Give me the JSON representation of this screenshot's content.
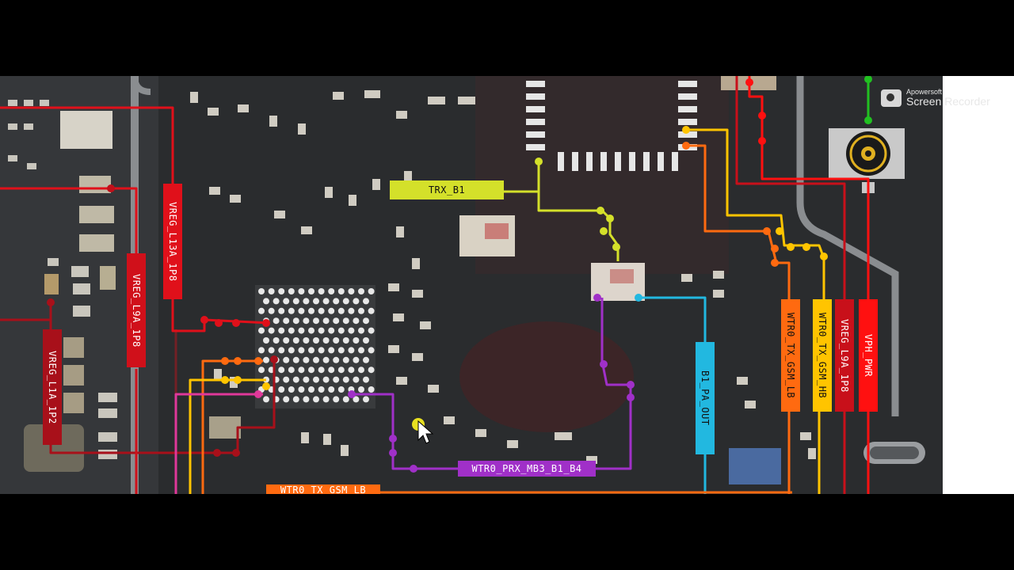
{
  "watermark": {
    "line1": "Apowersoft",
    "line2": "Screen Recorder",
    "icon": "camera-icon"
  },
  "nets": [
    {
      "id": "trx_b1",
      "label": "TRX_B1",
      "color": "#d4e02a",
      "text": "#111111"
    },
    {
      "id": "vreg_l13a",
      "label": "VREG_L13A_1P8",
      "color": "#e0101a",
      "text": "#ffffff"
    },
    {
      "id": "vreg_l9a_left",
      "label": "VREG_L9A_1P8",
      "color": "#d0101a",
      "text": "#ffffff"
    },
    {
      "id": "vreg_l1a",
      "label": "VREG_L1A_1P2",
      "color": "#a8101a",
      "text": "#ffffff"
    },
    {
      "id": "wtr_prx",
      "label": "WTR0_PRX_MB3_B1_B4",
      "color": "#a030c8",
      "text": "#ffffff"
    },
    {
      "id": "wtr_tx_gsm_lb_bottom",
      "label": "WTR0_TX_GSM_LB",
      "color": "#ff6a10",
      "text": "#ffffff"
    },
    {
      "id": "b1_pa_out",
      "label": "B1_PA_OUT",
      "color": "#22b8e0",
      "text": "#111111"
    },
    {
      "id": "wtr_tx_gsm_lb",
      "label": "WTR0_TX_GSM_LB",
      "color": "#ff6a10",
      "text": "#ffffff"
    },
    {
      "id": "wtr_tx_gsm_hb",
      "label": "WTR0_TX_GSM_HB",
      "color": "#ffc400",
      "text": "#111111"
    },
    {
      "id": "vreg_l9a_right",
      "label": "VREG_L9A_1P8",
      "color": "#c8101a",
      "text": "#ffffff"
    },
    {
      "id": "vph_pwr",
      "label": "VPH_PWR",
      "color": "#ff1010",
      "text": "#ffffff"
    }
  ]
}
